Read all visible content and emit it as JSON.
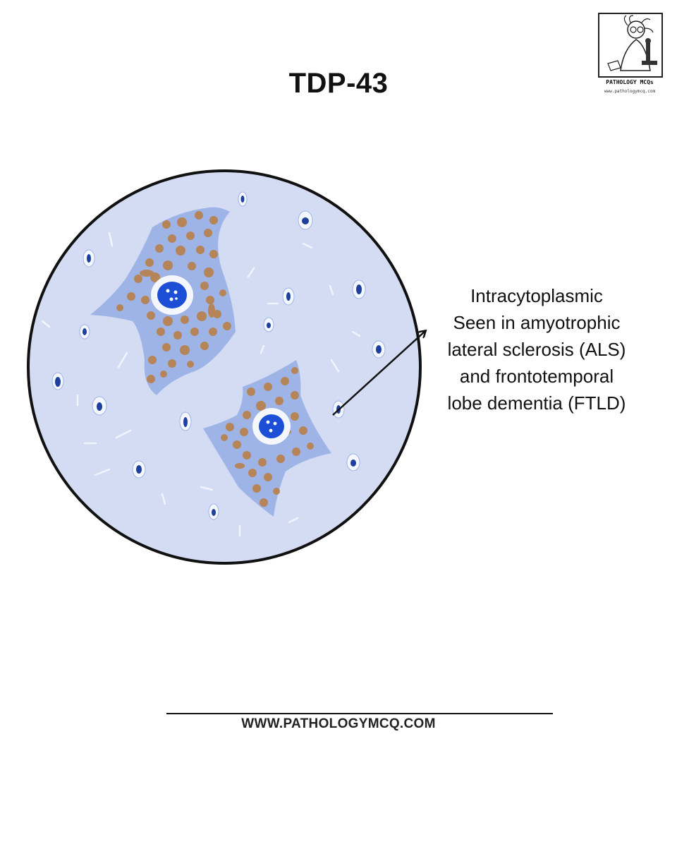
{
  "title": "TDP-43",
  "logo": {
    "name": "PATHOLOGY MCQs",
    "url": "www.pathologymcq.com"
  },
  "diagram": {
    "caption_lines": [
      "Intracytoplasmic",
      "Seen in amyotrophic",
      "lateral  sclerosis (ALS)",
      "and frontotemporal",
      "lobe dementia (FTLD)"
    ],
    "colors": {
      "field": "#d3dcf3",
      "cytoplasm": "#9fb4e6",
      "granules": "#b7804d",
      "nucleus": "#1c4fd6",
      "outline": "#111111"
    }
  },
  "footer": {
    "url": "WWW.PATHOLOGYMCQ.COM"
  }
}
